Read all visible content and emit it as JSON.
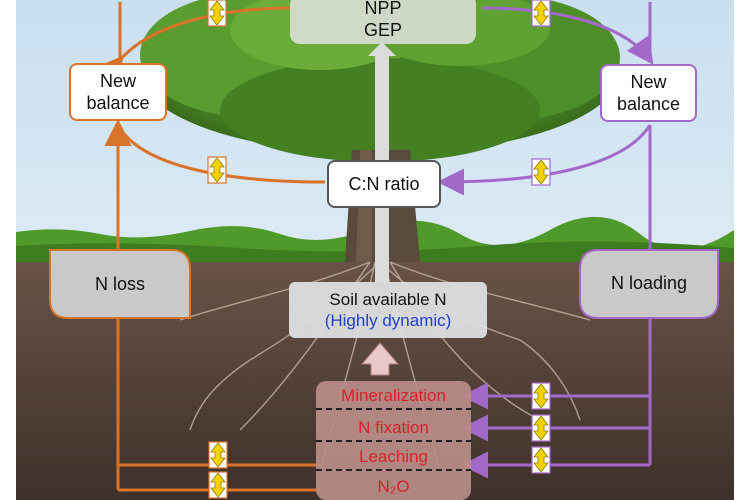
{
  "top_box": {
    "line1": "NPP",
    "line2": "GEP"
  },
  "left_balance": {
    "line1": "New",
    "line2": "balance"
  },
  "right_balance": {
    "line1": "New",
    "line2": "balance"
  },
  "cn_ratio": "C:N ratio",
  "n_loss": "N loss",
  "n_loading": "N loading",
  "soil_box": {
    "line1": "Soil available N",
    "line2": "(Highly dynamic)"
  },
  "processes": [
    "Mineralization",
    "N fixation",
    "Leaching",
    "N₂O"
  ],
  "colors": {
    "loss": "#d8732a",
    "loading": "#a369c9",
    "process_text": "#d8222a",
    "dynamic_text": "#2340c8",
    "updown_arrow": "#f6d200"
  },
  "icons": [
    "up-down-arrow-icon",
    "up-arrow-icon"
  ]
}
